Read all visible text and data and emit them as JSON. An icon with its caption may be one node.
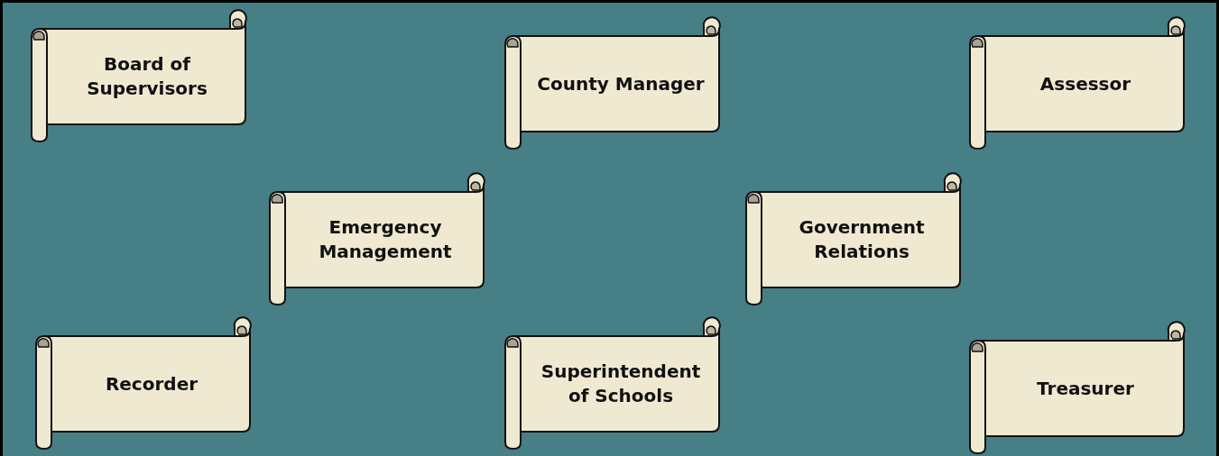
{
  "diagram": {
    "nodes": [
      {
        "text": [
          "Board of Supervisors"
        ]
      },
      {
        "text": [
          "County Manager"
        ]
      },
      {
        "text": [
          "Assessor"
        ]
      },
      {
        "text": [
          "Emergency Management"
        ]
      },
      {
        "text": [
          "Government Relations"
        ]
      },
      {
        "text": [
          "Recorder"
        ]
      },
      {
        "text": [
          "Superintendent of Schools"
        ]
      },
      {
        "text": [
          "Treasurer"
        ]
      }
    ]
  }
}
